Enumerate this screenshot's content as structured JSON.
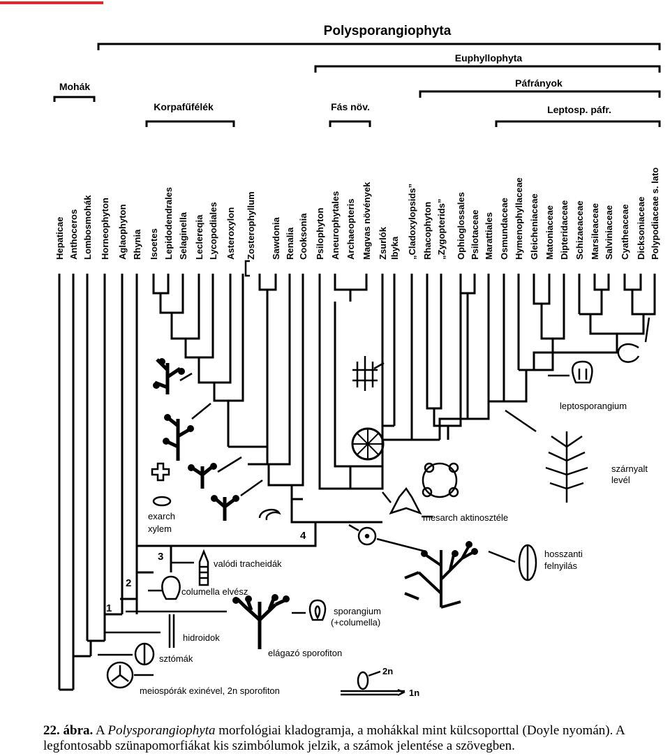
{
  "header_bar": {
    "color": "#e3262c"
  },
  "title": "Polysporangiophyta",
  "groups": {
    "euphyllophyta": "Euphyllophyta",
    "mohak": "Mohák",
    "pafranyok": "Páfrányok",
    "korpafufelek": "Korpafűfélék",
    "fas_nov": "Fás növ.",
    "leptosp": "Leptosp. páfr."
  },
  "taxa": [
    "Hepaticae",
    "Anthoceros",
    "Lombosmohák",
    "Horneophyton",
    "Aglaophyton",
    "Rhynia",
    "Isoetes",
    "Lepidodendrales",
    "Selaginella",
    "Leclereqia",
    "Lycopodiales",
    "Asteroxylon",
    "Zosterophyllum",
    "Sawdonia",
    "Renalia",
    "Cooksonia",
    "Psilophyton",
    "Aneurophytales",
    "Archaeopteris",
    "Magvas növények",
    "Zsurlók",
    "Ibyka",
    "„Cladoxylopsids”",
    "Rhacophyton",
    "„Zygopterids”",
    "Ophioglossales",
    "Psilotaceae",
    "Marattiales",
    "Osmundaceae",
    "Hymenophyllaceae",
    "Gleicheniaceae",
    "Matoniaceae",
    "Dipteridaceae",
    "Schizaeaceae",
    "Marsileaceae",
    "Salviniaceae",
    "Cyatheaceae",
    "Dicksoniaceae",
    "Polypodiaceae s. lato"
  ],
  "node_numbers": [
    "1",
    "2",
    "3",
    "4"
  ],
  "annotations": {
    "leptosporangium": "leptosporangium",
    "szarnyalt1": "szárnyalt",
    "szarnyalt2": "levél",
    "exarch1": "exarch",
    "exarch2": "xylem",
    "mesarch": "mesarch aktinosztéle",
    "hosszanti1": "hosszanti",
    "hosszanti2": "felnyilás",
    "valodi": "valódi tracheidák",
    "columella": "columella elvész",
    "sporangium1": "sporangium",
    "sporangium2": "(+columella)",
    "hidroidok": "hidroidok",
    "elagazo": "elágazó sporofiton",
    "sztomak": "sztómák",
    "meiosporak": "meiospórák exinével, 2n sporofiton",
    "ploidy_2n": "2n",
    "ploidy_1n": "1n"
  },
  "caption": {
    "label": "22. ábra.",
    "part1": " A ",
    "italic": "Polysporangiophyta",
    "part2": " morfológiai kladogramja, a mohákkal mint külcsoporttal (Doyle nyomán). A legfontosabb szünapomorfiákat kis szimbólumok jelzik, a számok jelentése a szövegben."
  }
}
